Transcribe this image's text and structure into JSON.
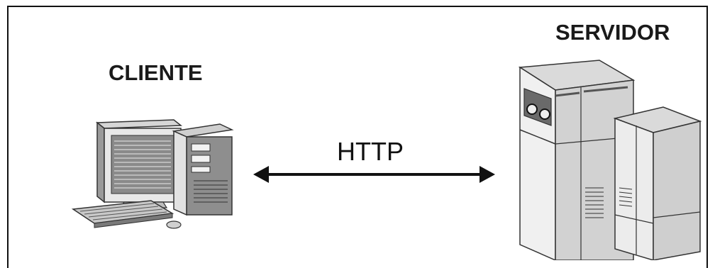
{
  "client": {
    "label": "CLIENTE",
    "icon": "desktop-computer-icon"
  },
  "server": {
    "label": "SERVIDOR",
    "icon": "server-rack-icon"
  },
  "connection": {
    "label": "HTTP",
    "direction": "bidirectional"
  }
}
